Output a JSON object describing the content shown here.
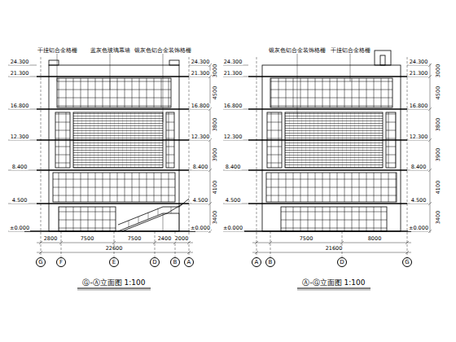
{
  "diagram": {
    "nodes": [
      {
        "text": [
          "G"
        ]
      },
      {
        "text": [
          "F"
        ]
      },
      {
        "text": [
          "E"
        ]
      },
      {
        "text": [
          "D"
        ]
      },
      {
        "text": [
          "B"
        ]
      },
      {
        "text": [
          "A"
        ]
      },
      {
        "text": [
          "A"
        ]
      },
      {
        "text": [
          "B"
        ]
      },
      {
        "text": [
          "D"
        ]
      },
      {
        "text": [
          "G"
        ]
      }
    ],
    "labels": [
      "24.300",
      "21.300",
      "16.800",
      "12.300",
      "8.400",
      "4.500",
      "±0.000",
      "24.300",
      "21.300",
      "16.800",
      "12.300",
      "8.400",
      "4.500",
      "±0.000",
      "3000",
      "4500",
      "3800",
      "3900",
      "4100",
      "3400",
      "2800",
      "7500",
      "7500",
      "2400",
      "2000",
      "22600",
      "干挂铝合金格栅",
      "蓝灰色玻璃幕墙",
      "银灰色铝合金装饰格栅",
      "Ⓖ-Ⓐ立面图 1:100",
      "24.300",
      "21.300",
      "16.800",
      "12.300",
      "8.400",
      "4.500",
      "±0.000",
      "24.300",
      "21.300",
      "16.800",
      "12.300",
      "8.400",
      "4.500",
      "±0.000",
      "3000",
      "4500",
      "3800",
      "3900",
      "4100",
      "3400",
      "7500",
      "8000",
      "21600",
      "银灰色铝合金装饰格栅",
      "干挂铝合金格栅",
      "Ⓐ-Ⓖ立面图 1:100"
    ]
  }
}
